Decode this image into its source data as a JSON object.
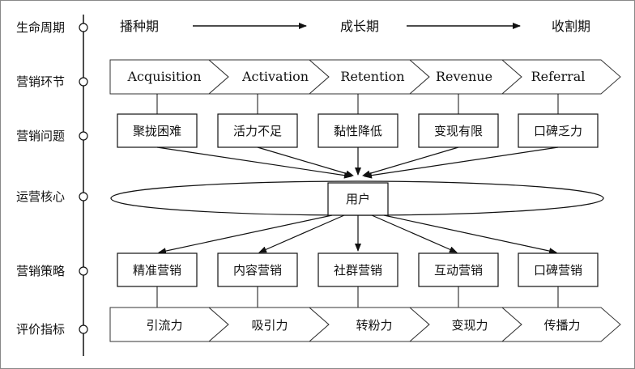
{
  "rows": [
    {
      "key": "lifecycle",
      "label": "生命周期"
    },
    {
      "key": "stages",
      "label": "营销环节"
    },
    {
      "key": "problems",
      "label": "营销问题"
    },
    {
      "key": "core",
      "label": "运营核心"
    },
    {
      "key": "strategy",
      "label": "营销策略"
    },
    {
      "key": "metrics",
      "label": "评价指标"
    }
  ],
  "lifecycle": [
    "播种期",
    "成长期",
    "收割期"
  ],
  "stages": [
    "Acquisition",
    "Activation",
    "Retention",
    "Revenue",
    "Referral"
  ],
  "problems": [
    "聚拢困难",
    "活力不足",
    "黏性降低",
    "变现有限",
    "口碑乏力"
  ],
  "core": "用户",
  "strategies": [
    "精准营销",
    "内容营销",
    "社群营销",
    "互动营销",
    "口碑营销"
  ],
  "metrics": [
    "引流力",
    "吸引力",
    "转粉力",
    "变现力",
    "传播力"
  ]
}
